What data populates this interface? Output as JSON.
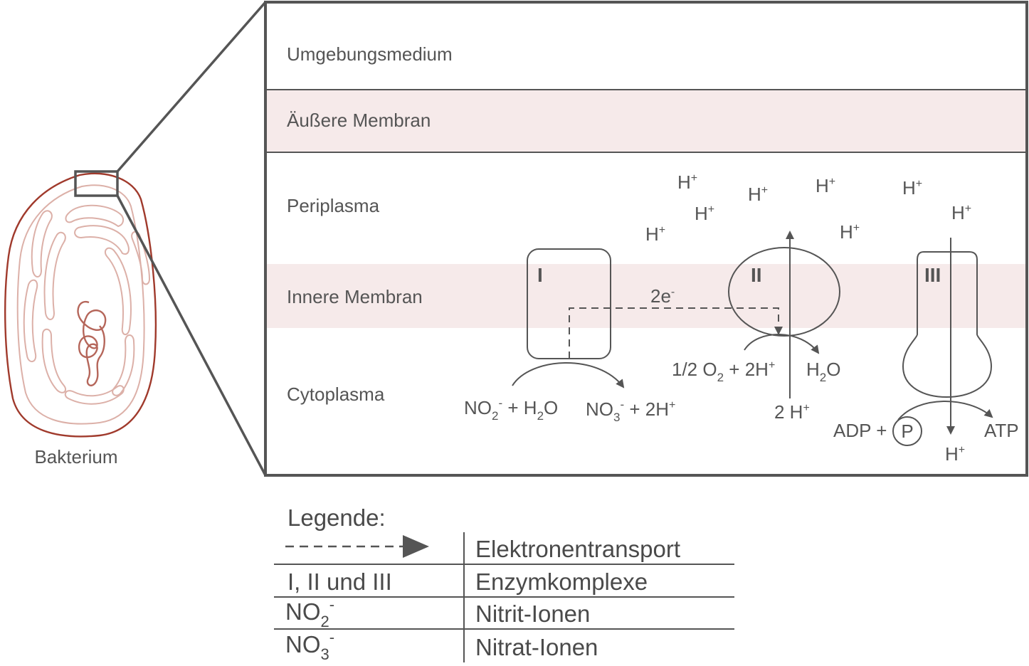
{
  "bacterium": {
    "label": "Bakterium"
  },
  "layers": {
    "umgebungsmedium": "Umgebungsmedium",
    "aeussere_membran": "Äußere Membran",
    "periplasma": "Periplasma",
    "innere_membran": "Innere Membran",
    "cytoplasma": "Cytoplasma"
  },
  "complexes": {
    "complex_1": "I",
    "complex_2": "II",
    "complex_3": "III"
  },
  "ion": {
    "base": "H",
    "charge": "+"
  },
  "reactions": {
    "electrons": "2e",
    "electrons_charge": "-",
    "no2_left": "NO",
    "no2_sub": "2",
    "no2_charge": "-",
    "plus_h2o_a": " + H",
    "plus_h2o_sub": "2",
    "plus_h2o_b": "O",
    "no3_left": "NO",
    "no3_sub": "3",
    "no3_charge": "-",
    "plus_2h": " + 2H",
    "oxygen_a": "1/2 O",
    "oxygen_sub": "2",
    "oxygen_b": " + 2H",
    "water_a": "H",
    "water_sub": "2",
    "water_b": "O",
    "two_h": "2 H",
    "adp": "ADP +",
    "phosphate": "P",
    "atp": "ATP"
  },
  "legend": {
    "title": "Legende:",
    "rows": [
      {
        "key": "",
        "value": "Elektronentransport"
      },
      {
        "key": "I, II und III",
        "value": "Enzymkomplexe"
      },
      {
        "key": "NO",
        "key_sub": "2",
        "key_sup": "-",
        "value": "Nitrit-Ionen"
      },
      {
        "key": "NO",
        "key_sub": "3",
        "key_sup": "-",
        "value": "Nitrat-Ionen"
      }
    ]
  },
  "colors": {
    "line": "#555555",
    "membrane_fill": "#f6eaea",
    "bacterium_outline": "#a03a2c",
    "bacterium_inner": "#dcb0a8",
    "dna": "#b5665a"
  }
}
